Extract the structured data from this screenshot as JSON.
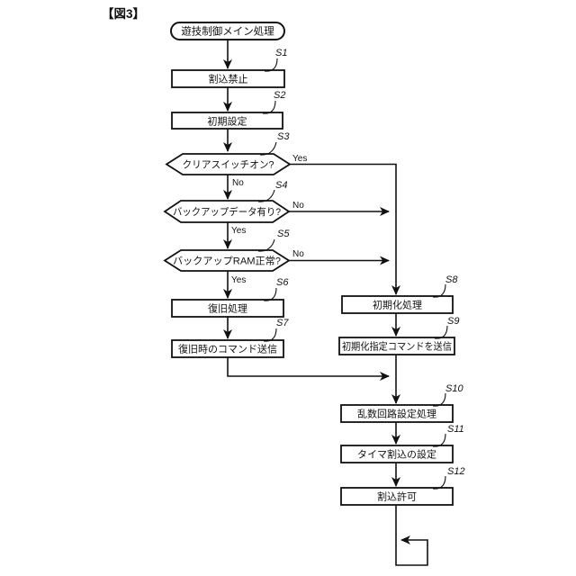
{
  "figure": {
    "title": "【図3】",
    "start": "遊技制御メイン処理",
    "branch": {
      "yes": "Yes",
      "no": "No"
    },
    "steps": {
      "s1": {
        "tag": "S1",
        "label": "割込禁止",
        "type": "process"
      },
      "s2": {
        "tag": "S2",
        "label": "初期設定",
        "type": "process"
      },
      "s3": {
        "tag": "S3",
        "label": "クリアスイッチオン?",
        "type": "decision"
      },
      "s4": {
        "tag": "S4",
        "label": "バックアップデータ有り?",
        "type": "decision"
      },
      "s5": {
        "tag": "S5",
        "label": "バックアップRAM正常?",
        "type": "decision"
      },
      "s6": {
        "tag": "S6",
        "label": "復旧処理",
        "type": "process"
      },
      "s7": {
        "tag": "S7",
        "label": "復旧時のコマンド送信",
        "type": "process"
      },
      "s8": {
        "tag": "S8",
        "label": "初期化処理",
        "type": "process"
      },
      "s9": {
        "tag": "S9",
        "label": "初期化指定コマンドを送信",
        "type": "process"
      },
      "s10": {
        "tag": "S10",
        "label": "乱数回路設定処理",
        "type": "process"
      },
      "s11": {
        "tag": "S11",
        "label": "タイマ割込の設定",
        "type": "process"
      },
      "s12": {
        "tag": "S12",
        "label": "割込許可",
        "type": "process"
      }
    },
    "colors": {
      "line": "#111111",
      "background": "#ffffff"
    }
  }
}
